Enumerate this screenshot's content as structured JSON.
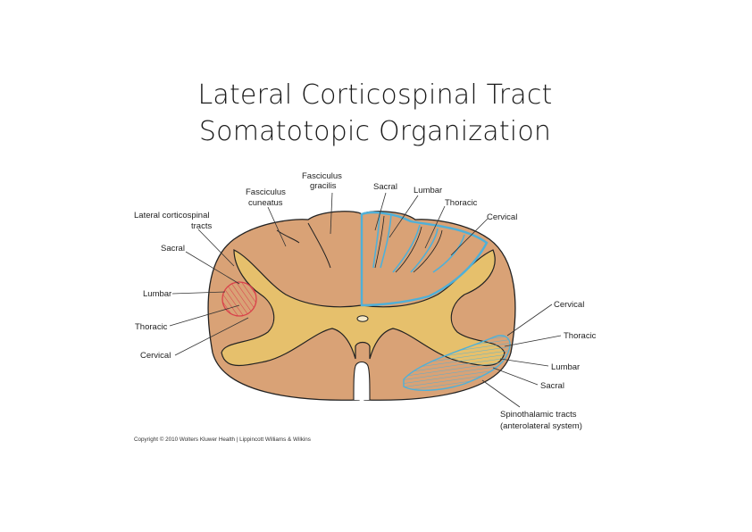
{
  "title": {
    "line1": "Lateral Corticospinal Tract",
    "line2": "Somatotopic Organization"
  },
  "labels": {
    "fasciculus_gracilis": [
      "Fasciculus",
      "gracilis"
    ],
    "fasciculus_cuneatus": [
      "Fasciculus",
      "cuneatus"
    ],
    "lateral_corticospinal_tracts": [
      "Lateral corticospinal",
      "tracts"
    ],
    "left_sacral": "Sacral",
    "left_lumbar": "Lumbar",
    "left_thoracic": "Thoracic",
    "left_cervical": "Cervical",
    "top_sacral": "Sacral",
    "top_lumbar": "Lumbar",
    "top_thoracic": "Thoracic",
    "top_cervical": "Cervical",
    "right_cervical": "Cervical",
    "right_thoracic": "Thoracic",
    "right_lumbar": "Lumbar",
    "right_sacral": "Sacral",
    "spinothalamic_tracts": [
      "Spinothalamic tracts",
      "(anterolateral system)"
    ]
  },
  "copyright": "Copyright © 2010 Wolters Kluwer Health | Lippincott Williams & Wilkins",
  "colors": {
    "white_matter": "#d9a276",
    "gray_matter": "#e6c06c",
    "outline": "#222222",
    "tract_blue": "#4fb0d8",
    "tract_red": "#d9404a"
  }
}
